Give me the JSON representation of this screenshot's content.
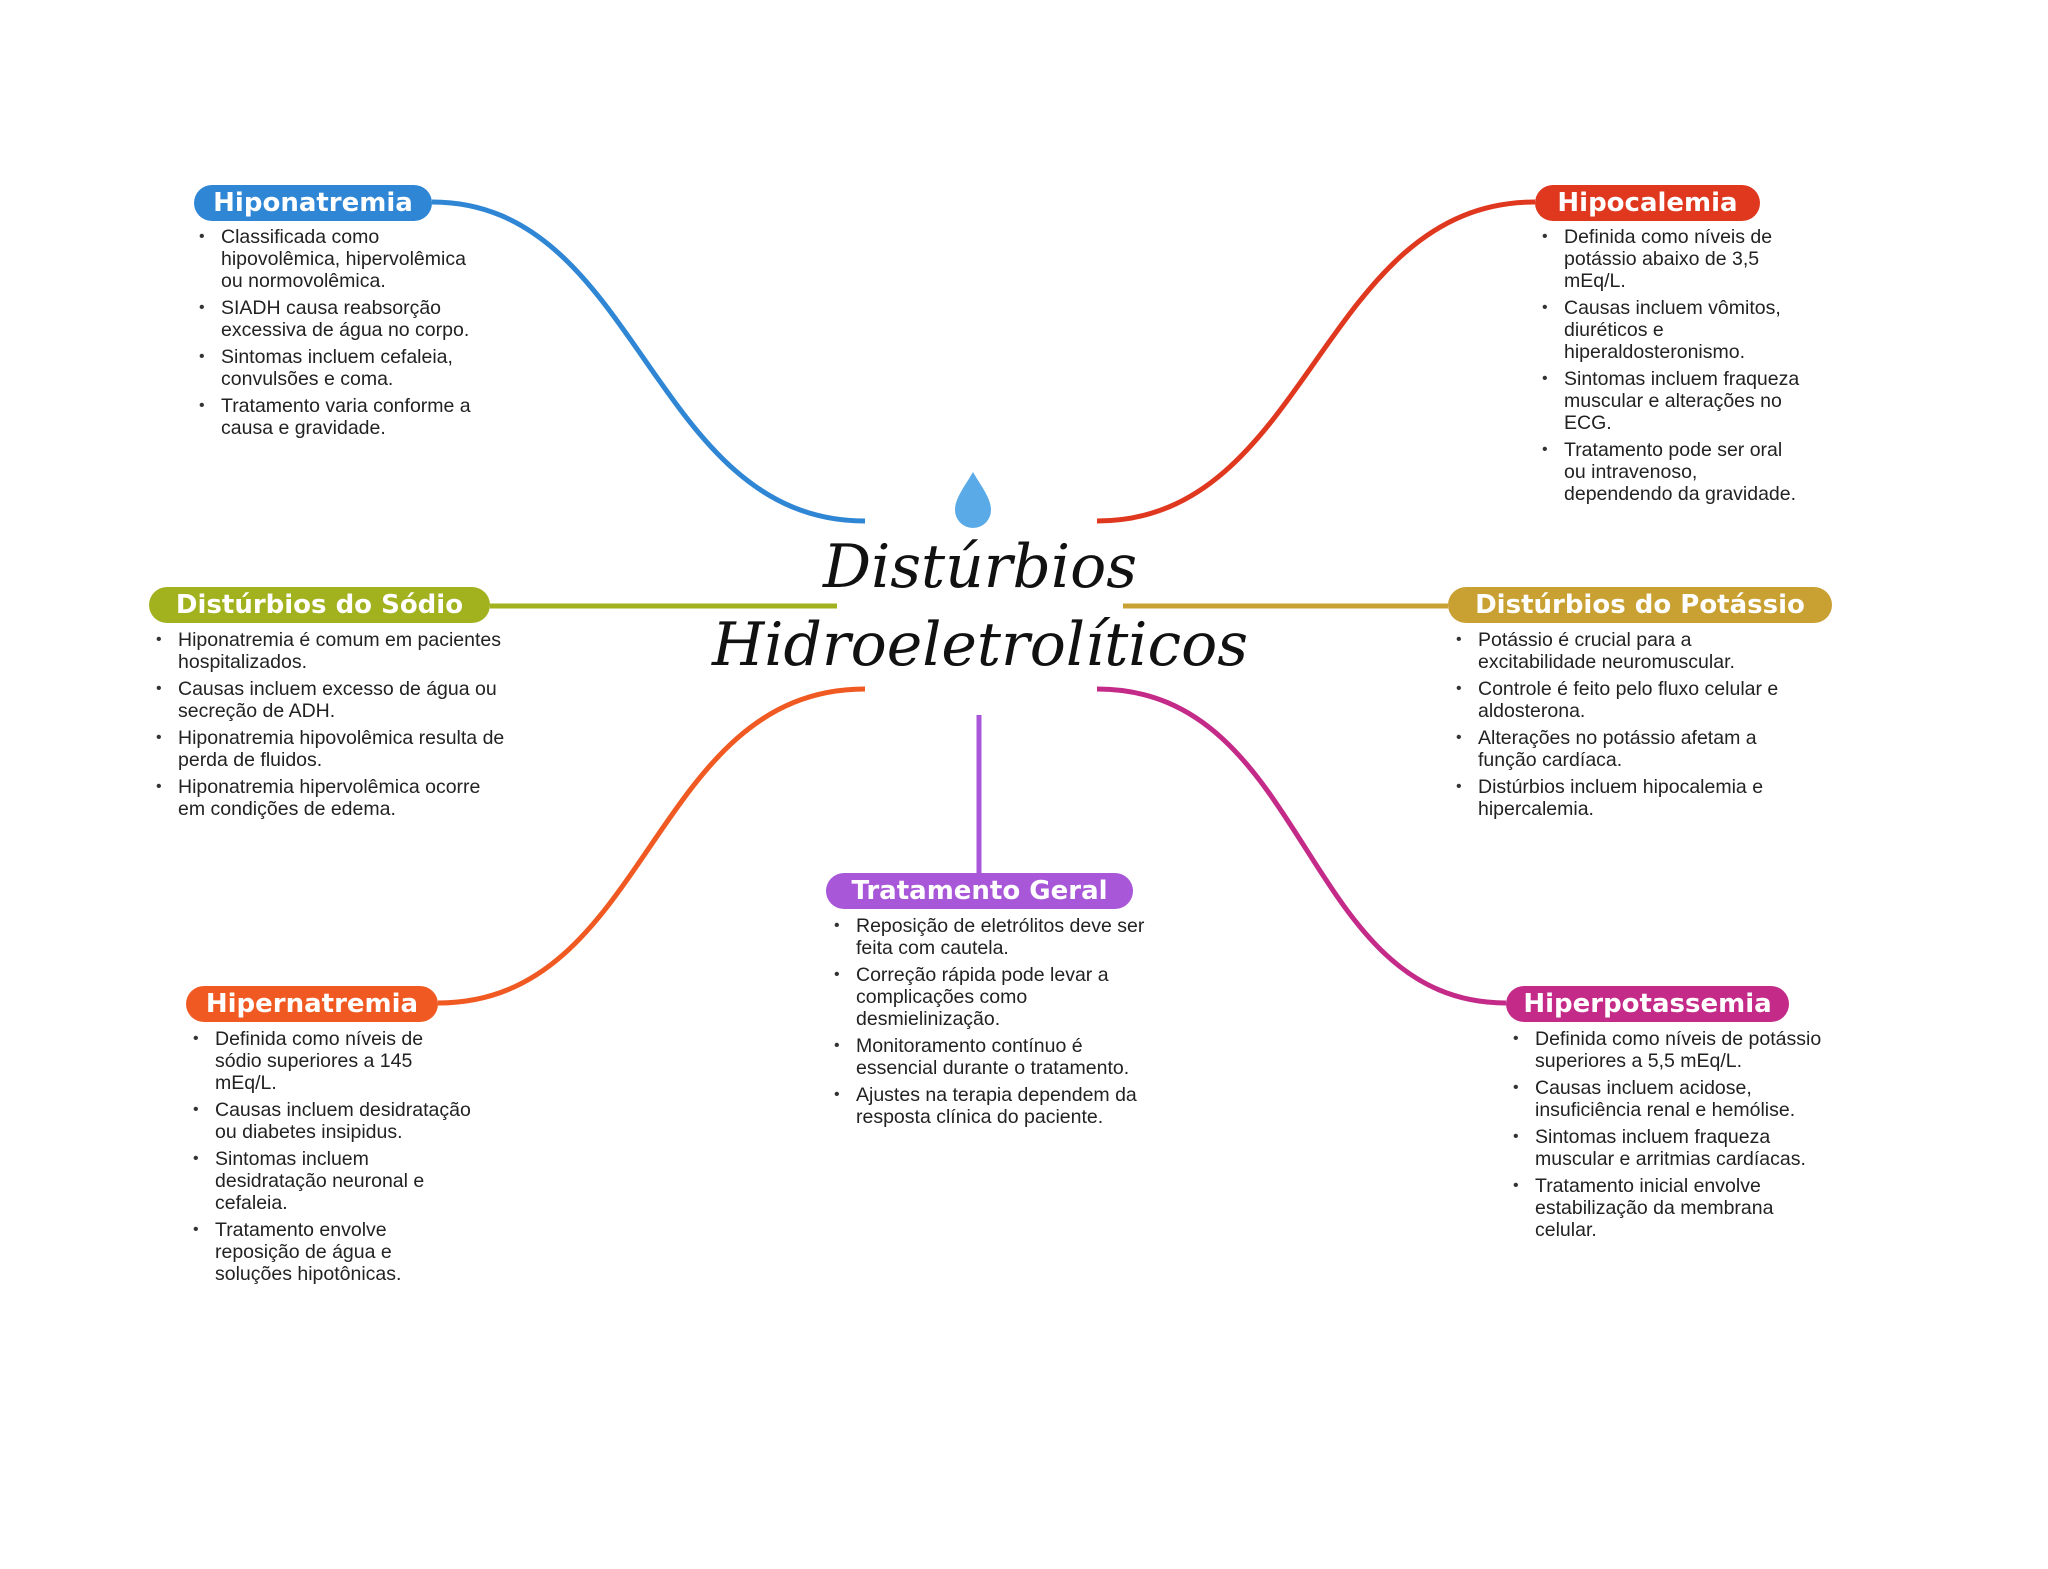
{
  "title": {
    "line1": "Distúrbios",
    "line2": "Hidroeletrolíticos"
  },
  "colors": {
    "hiponatremia": "#2f86d4",
    "hipocalemia": "#e0381f",
    "sodio": "#a2b21e",
    "potassio": "#c9a032",
    "tratamento": "#a857d8",
    "hipernatremia": "#f05a22",
    "hiperpotassemia": "#c42b88",
    "drop": "#5aaae8"
  },
  "nodes": {
    "hiponatremia": {
      "label": "Hiponatremia",
      "items": [
        "Classificada como hipovolêmica, hipervolêmica ou normovolêmica.",
        "SIADH causa reabsorção excessiva de água no corpo.",
        "Sintomas incluem cefaleia, convulsões e coma.",
        "Tratamento varia conforme a causa e gravidade."
      ]
    },
    "hipocalemia": {
      "label": "Hipocalemia",
      "items": [
        "Definida como níveis de potássio abaixo de 3,5 mEq/L.",
        "Causas incluem vômitos, diuréticos e hiperaldosteronismo.",
        "Sintomas incluem fraqueza muscular e alterações no ECG.",
        "Tratamento pode ser oral ou intravenoso, dependendo da gravidade."
      ]
    },
    "sodio": {
      "label": "Distúrbios do Sódio",
      "items": [
        "Hiponatremia é comum em pacientes hospitalizados.",
        "Causas incluem excesso de água ou secreção de ADH.",
        "Hiponatremia hipovolêmica resulta de perda de fluidos.",
        "Hiponatremia hipervolêmica ocorre em condições de edema."
      ]
    },
    "potassio": {
      "label": "Distúrbios do Potássio",
      "items": [
        "Potássio é crucial para a excitabilidade neuromuscular.",
        "Controle é feito pelo fluxo celular e aldosterona.",
        "Alterações no potássio afetam a função cardíaca.",
        "Distúrbios incluem hipocalemia e hipercalemia."
      ]
    },
    "tratamento": {
      "label": "Tratamento Geral",
      "items": [
        "Reposição de eletrólitos deve ser feita com cautela.",
        "Correção rápida pode levar a complicações como desmielinização.",
        "Monitoramento contínuo é essencial durante o tratamento.",
        "Ajustes na terapia dependem da resposta clínica do paciente."
      ]
    },
    "hipernatremia": {
      "label": "Hipernatremia",
      "items": [
        "Definida como níveis de sódio superiores a 145 mEq/L.",
        "Causas incluem desidratação ou diabetes insipidus.",
        "Sintomas incluem desidratação neuronal e cefaleia.",
        "Tratamento envolve reposição de água e soluções hipotônicas."
      ]
    },
    "hiperpotassemia": {
      "label": "Hiperpotassemia",
      "items": [
        "Definida como níveis de potássio superiores a 5,5 mEq/L.",
        "Causas incluem acidose, insuficiência renal e hemólise.",
        "Sintomas incluem fraqueza muscular e arritmias cardíacas.",
        "Tratamento inicial envolve estabilização da membrana celular."
      ]
    }
  }
}
